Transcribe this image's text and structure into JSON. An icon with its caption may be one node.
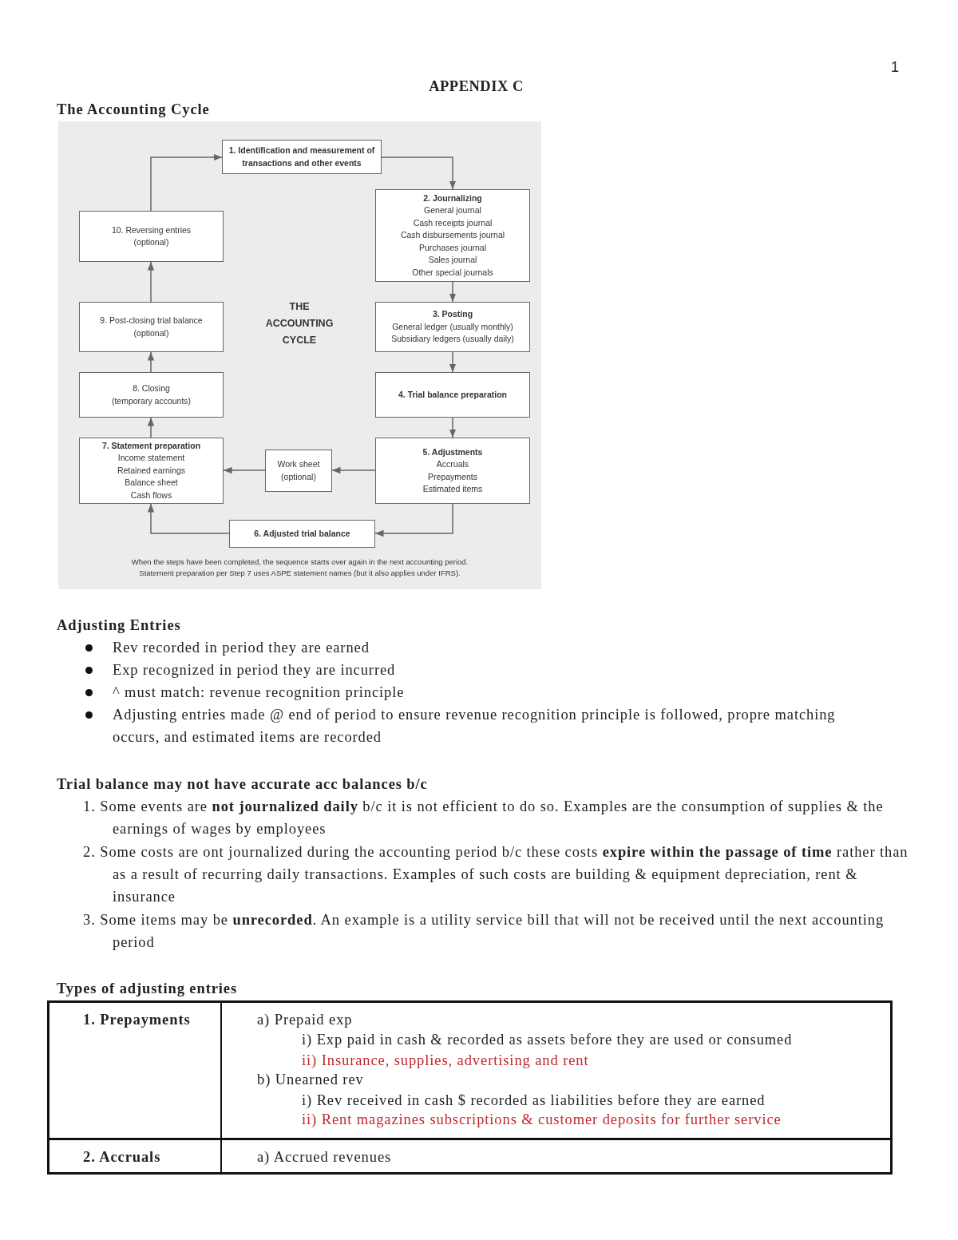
{
  "diagram": {
    "title": "APPENDIX C",
    "nodes": [
      {
        "text": [
          "1. Identification and measurement of transactions and other events"
        ]
      },
      {
        "text": [
          "2. Journalizing",
          "General journal",
          "Cash receipts journal",
          "Cash disbursements journal",
          "Purchases journal",
          "Sales journal",
          "Other special journals"
        ]
      },
      {
        "text": [
          "3. Posting",
          "General ledger (usually monthly)",
          "Subsidiary ledgers (usually daily)"
        ]
      },
      {
        "text": [
          "4. Trial balance preparation"
        ]
      },
      {
        "text": [
          "5. Adjustments",
          "Accruals",
          "Prepayments",
          "Estimated items"
        ]
      },
      {
        "text": [
          "6. Adjusted trial balance"
        ]
      },
      {
        "text": [
          "Work sheet",
          "(optional)"
        ]
      },
      {
        "text": [
          "7. Statement preparation",
          "Income statement",
          "Retained earnings",
          "Balance sheet",
          "Cash flows"
        ]
      },
      {
        "text": [
          "8. Closing",
          "(temporary accounts)"
        ]
      },
      {
        "text": [
          "9. Post-closing trial balance",
          "(optional)"
        ]
      },
      {
        "text": [
          "10. Reversing entries",
          "(optional)"
        ]
      }
    ],
    "edges": [
      {
        "from": 0,
        "to": 1,
        "arrow": "to"
      },
      {
        "from": 1,
        "to": 2,
        "arrow": "to"
      },
      {
        "from": 2,
        "to": 3,
        "arrow": "to"
      },
      {
        "from": 3,
        "to": 4,
        "arrow": "to"
      },
      {
        "from": 4,
        "to": 5,
        "arrow": "to"
      },
      {
        "from": 5,
        "to": 7,
        "arrow": "to"
      },
      {
        "from": 4,
        "to": 6,
        "arrow": "to"
      },
      {
        "from": 6,
        "to": 7,
        "arrow": "to"
      },
      {
        "from": 7,
        "to": 8,
        "arrow": "to"
      },
      {
        "from": 8,
        "to": 9,
        "arrow": "to"
      },
      {
        "from": 9,
        "to": 10,
        "arrow": "to"
      },
      {
        "from": 10,
        "to": 0,
        "arrow": "to"
      }
    ],
    "labels": [
      "1",
      "The Accounting Cycle",
      "THE ACCOUNTING CYCLE",
      "When the steps have been completed, the sequence starts over again in the next accounting period.",
      "Statement preparation per Step 7 uses ASPE statement names (but it also applies under IFRS).",
      "Adjusting Entries",
      "Rev recorded in period they are earned",
      "Exp recognized in period they are incurred",
      "^ must match: revenue recognition principle",
      "Adjusting entries made @ end of period to ensure revenue recognition principle is followed, propre matching occurs, and estimated items are recorded",
      "Trial balance may not have accurate acc balances b/c",
      "1. Some events are **not journalized daily** b/c it is not efficient to do so. Examples are the consumption of supplies & the earnings of wages by employees",
      "2. Some costs are ont journalized during the accounting period b/c these costs **expire within the passage of time** rather than as a result of recurring daily transactions. Examples of such costs are building & equipment depreciation, rent & insurance",
      "3. Some items may be **unrecorded**. An example is a utility service bill that will not be received until the next accounting period",
      "Types of adjusting entries",
      "1. Prepayments",
      "a) Prepaid exp",
      "i) Exp paid in cash & recorded as assets before they are used or consumed",
      "ii) Insurance, supplies, advertising and rent",
      "b) Unearned rev",
      "i) Rev received in cash $ recorded as liabilities before they are earned",
      "ii) Rent magazines subscriptions & customer deposits for further service",
      "2. Accruals",
      "a) Accrued revenues"
    ]
  }
}
